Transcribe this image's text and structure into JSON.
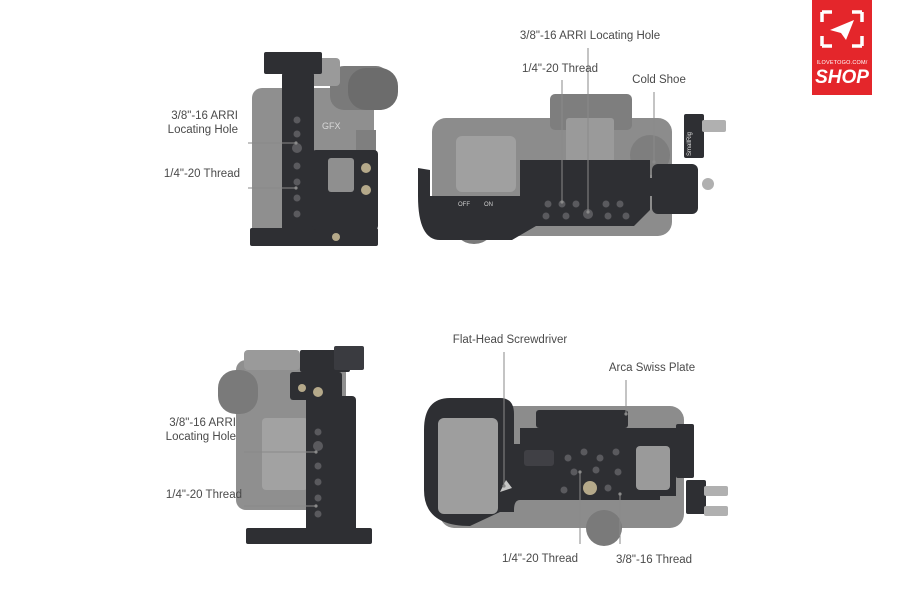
{
  "logo": {
    "tagline": "ILOVETOGO.COM/",
    "name": "SHOP",
    "color": "#e4262b"
  },
  "labels": {
    "tl_arri": "3/8\"-16 ARRI\nLocating Hole",
    "tl_thread": "1/4\"-20 Thread",
    "tr_arri": "3/8\"-16 ARRI Locating Hole",
    "tr_thread": "1/4\"-20 Thread",
    "tr_shoe": "Cold Shoe",
    "bl_arri": "3/8\"-16 ARRI\nLocating Hole",
    "bl_thread": "1/4\"-20 Thread",
    "br_screwdriver": "Flat-Head Screwdriver",
    "br_arca": "Arca Swiss Plate",
    "br_thread14": "1/4\"-20 Thread",
    "br_thread38": "3/8\"-16 Thread"
  },
  "camera_marks": {
    "brand": "GFX",
    "brand_back": "SmallRig",
    "off": "OFF",
    "on": "ON"
  },
  "colors": {
    "cage": "#2e2f33",
    "camera": "#8e8e8e",
    "camera_dark": "#6f6f6f",
    "leader": "#8a8a8a"
  }
}
